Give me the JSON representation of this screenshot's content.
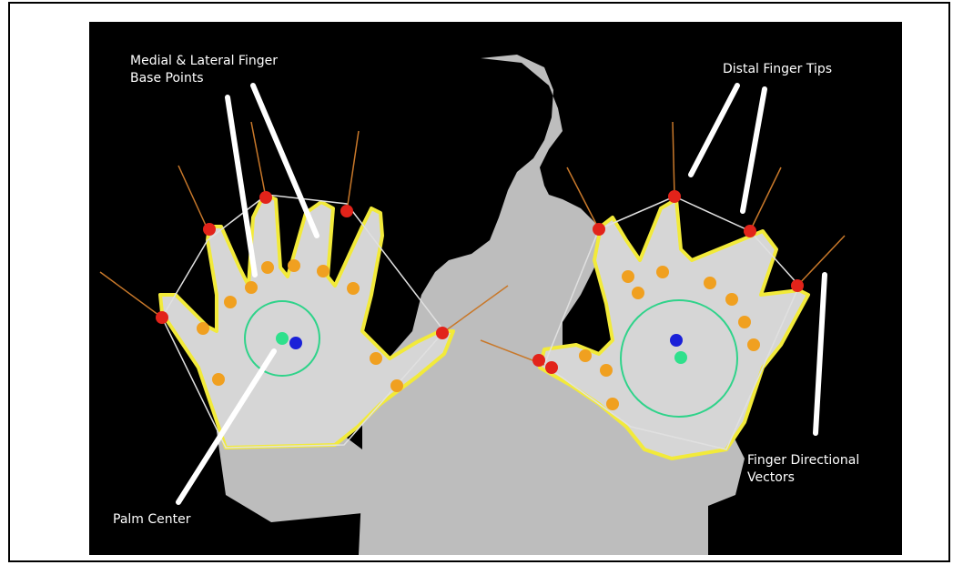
{
  "annotations": {
    "base_points_line1": "Medial & Lateral Finger",
    "base_points_line2": "Base Points",
    "distal_tips": "Distal Finger Tips",
    "palm_center": "Palm Center",
    "vectors_line1": "Finger Directional",
    "vectors_line2": "Vectors"
  },
  "colors": {
    "background": "#000000",
    "depth_silhouette": "#bdbdbd",
    "hand_fill": "#d6d6d6",
    "contour": "#f2ea3a",
    "fingertip": "#e2231a",
    "base_point": "#f0a020",
    "direction_vector": "#c8782a",
    "palm_circle": "#2fd38a",
    "palm_center_a": "#2fe08c",
    "palm_center_b": "#1a20d8",
    "hull_line": "#e0e0e0",
    "pointer": "#ffffff"
  }
}
